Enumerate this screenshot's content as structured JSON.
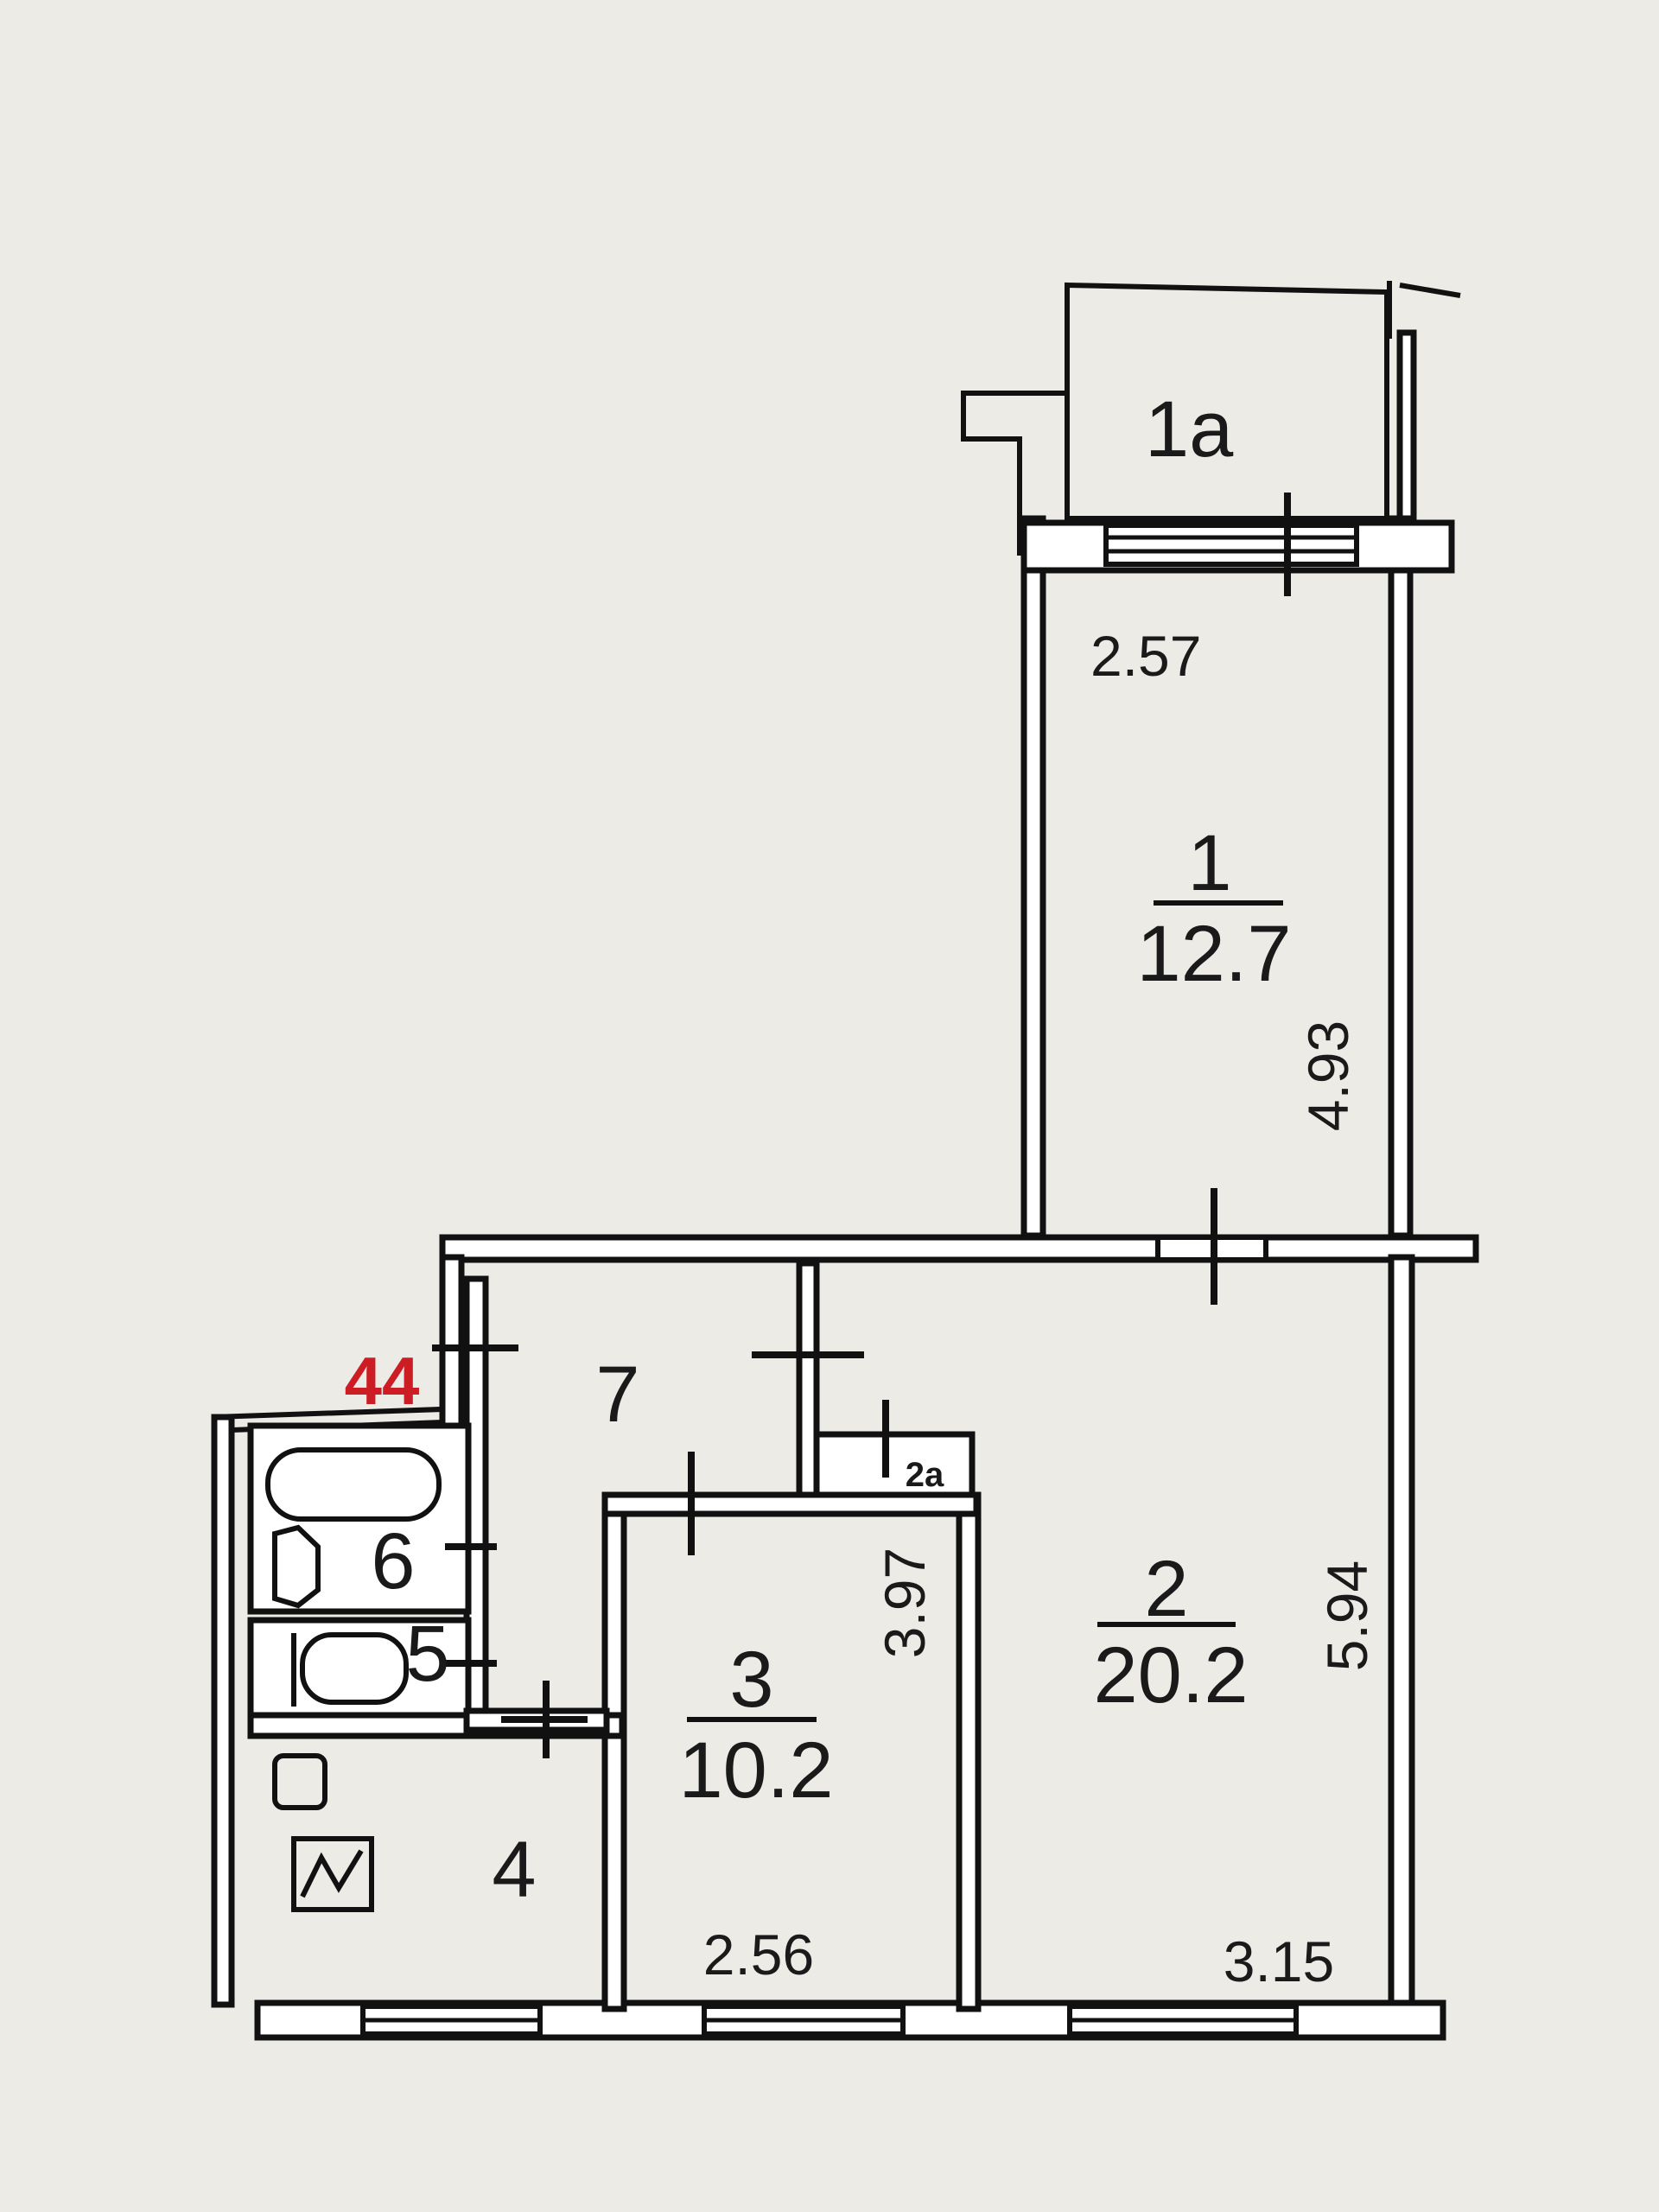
{
  "rooms": {
    "r1a": {
      "name": "1a"
    },
    "r1": {
      "number": "1",
      "area": "12.7",
      "width": "2.57",
      "length": "4.93"
    },
    "r2": {
      "number": "2",
      "area": "20.2",
      "width": "3.15",
      "length": "5.94"
    },
    "r2a": {
      "name": "2a"
    },
    "r3": {
      "number": "3",
      "area": "10.2",
      "width": "2.56",
      "length": "3.97"
    },
    "r4": {
      "number": "4"
    },
    "r5": {
      "number": "5"
    },
    "r6": {
      "number": "6"
    },
    "r7": {
      "number": "7"
    }
  },
  "apartment_number": "44",
  "colors": {
    "line": "#111111",
    "paper": "#ecebe6",
    "marker": "#cc1d24"
  }
}
